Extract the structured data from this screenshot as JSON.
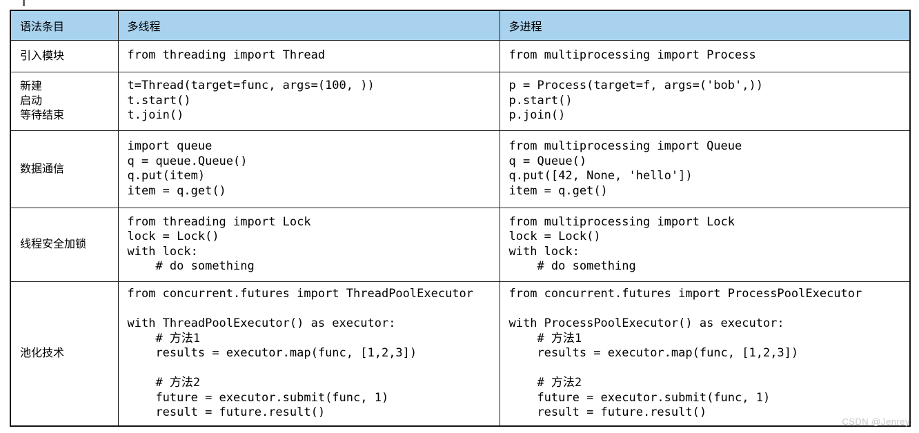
{
  "table": {
    "headers": [
      "语法条目",
      "多线程",
      "多进程"
    ],
    "rows": [
      {
        "label": "引入模块",
        "thread_code": "from threading import Thread",
        "process_code": "from multiprocessing import Process"
      },
      {
        "label": "新建\n启动\n等待结束",
        "thread_code": "t=Thread(target=func, args=(100, ))\nt.start()\nt.join()",
        "process_code": "p = Process(target=f, args=('bob',))\np.start()\np.join()"
      },
      {
        "label": "数据通信",
        "thread_code": "import queue\nq = queue.Queue()\nq.put(item)\nitem = q.get()",
        "process_code": "from multiprocessing import Queue\nq = Queue()\nq.put([42, None, 'hello'])\nitem = q.get()"
      },
      {
        "label": "线程安全加锁",
        "thread_code": "from threading import Lock\nlock = Lock()\nwith lock:\n    # do something",
        "process_code": "from multiprocessing import Lock\nlock = Lock()\nwith lock:\n    # do something"
      },
      {
        "label": "池化技术",
        "thread_code": "from concurrent.futures import ThreadPoolExecutor\n\nwith ThreadPoolExecutor() as executor:\n    # 方法1\n    results = executor.map(func, [1,2,3])\n\n    # 方法2\n    future = executor.submit(func, 1)\n    result = future.result()",
        "process_code": "from concurrent.futures import ProcessPoolExecutor\n\nwith ProcessPoolExecutor() as executor:\n    # 方法1\n    results = executor.map(func, [1,2,3])\n\n    # 方法2\n    future = executor.submit(func, 1)\n    result = future.result()"
      }
    ]
  },
  "watermark": "CSDN @Jenrey",
  "colors": {
    "header_bg": "#a9d2ee",
    "border": "#1b1b1b",
    "watermark_text": "#c7c7c7"
  }
}
